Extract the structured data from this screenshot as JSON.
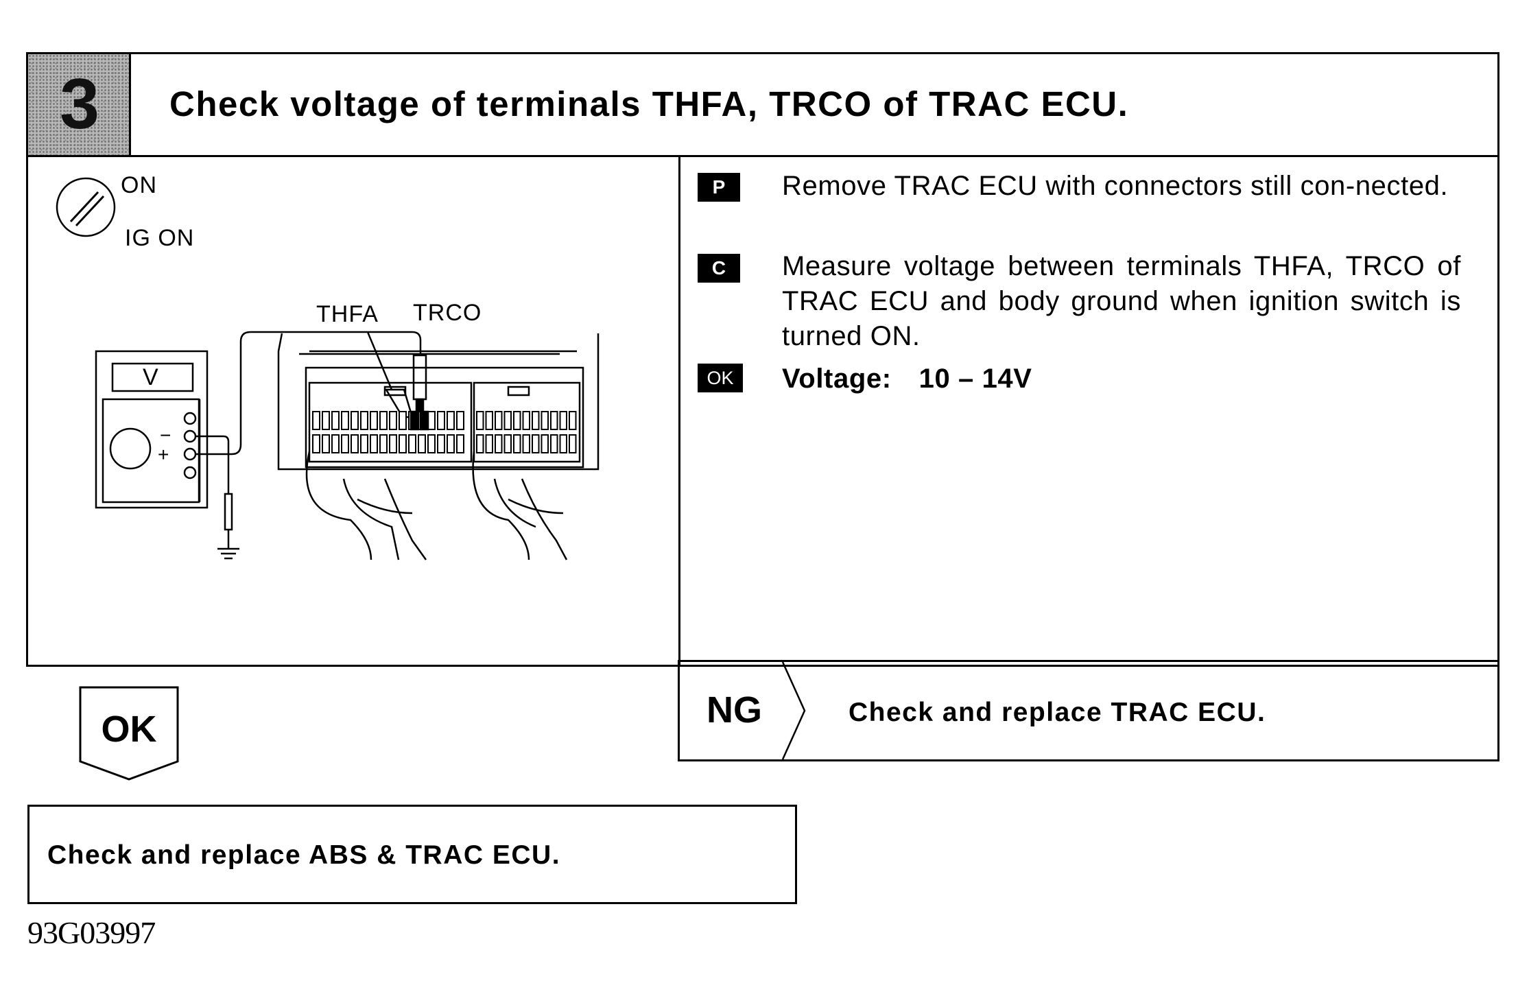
{
  "header": {
    "step_number": "3",
    "title": "Check voltage of terminals THFA, TRCO of TRAC ECU."
  },
  "diagram": {
    "ignition_on_label": "ON",
    "ignition_mode_label": "IG ON",
    "meter_label": "V",
    "meter_minus": "−",
    "meter_plus": "+",
    "terminal_1_label": "THFA",
    "terminal_2_label": "TRCO"
  },
  "instructions": [
    {
      "tag": "P",
      "text": "Remove TRAC ECU with connectors still con-nected."
    },
    {
      "tag": "C",
      "text": "Measure voltage between terminals THFA, TRCO of TRAC ECU and body ground when ignition switch is turned ON."
    }
  ],
  "ok_spec": {
    "tag": "OK",
    "label": "Voltage:",
    "value": "10 – 14V"
  },
  "ng_result": {
    "label": "NG",
    "text": "Check and replace TRAC ECU."
  },
  "ok_result": {
    "label": "OK",
    "text": "Check and replace ABS & TRAC ECU."
  },
  "footer": {
    "code": "93G03997"
  }
}
